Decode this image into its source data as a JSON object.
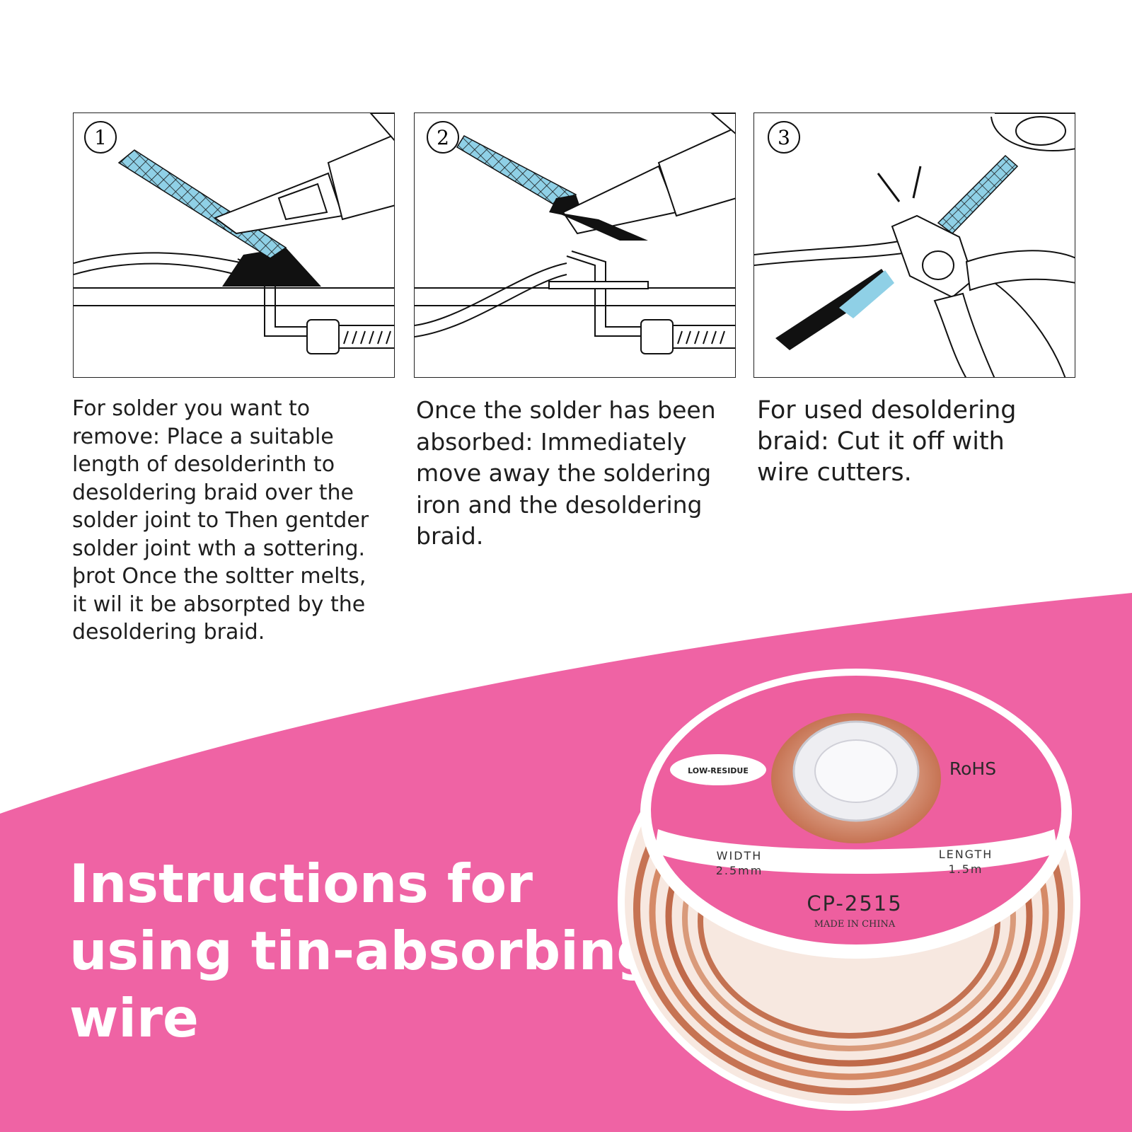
{
  "colors": {
    "background": "#ffffff",
    "banner": "#ef63a4",
    "braid_blue": "#7ec9e0",
    "copper": "#c97a5a"
  },
  "steps": [
    {
      "number": "1",
      "lines": [
        "For solder you want to",
        "remove: Place a suitable",
        "length of desolderinth to",
        "desoldering braid over the",
        "solder joint to Then gentder",
        "solder joint wth a sottering.",
        "þrot Once the soltter melts,",
        "it wil it be absorpted by the",
        "desoldering braid."
      ]
    },
    {
      "number": "2",
      "lines": [
        "Once the solder has been",
        "absorbed: Immediately",
        "move away the soldering",
        "iron and the desoldering",
        "braid."
      ]
    },
    {
      "number": "3",
      "lines": [
        "For used desoldering",
        "braid: Cut it off with",
        "wire cutters."
      ]
    }
  ],
  "headline": {
    "line1": "Instructions for",
    "line2": "using tin-absorbing",
    "line3": "wire"
  },
  "spool": {
    "badge": "LOW-RESIDUE",
    "rohs": "RoHS",
    "width_label": "WIDTH",
    "width_value": "2.5mm",
    "length_label": "LENGTH",
    "length_value": "1.5m",
    "model": "CP-2515",
    "origin": "MADE IN CHINA"
  }
}
